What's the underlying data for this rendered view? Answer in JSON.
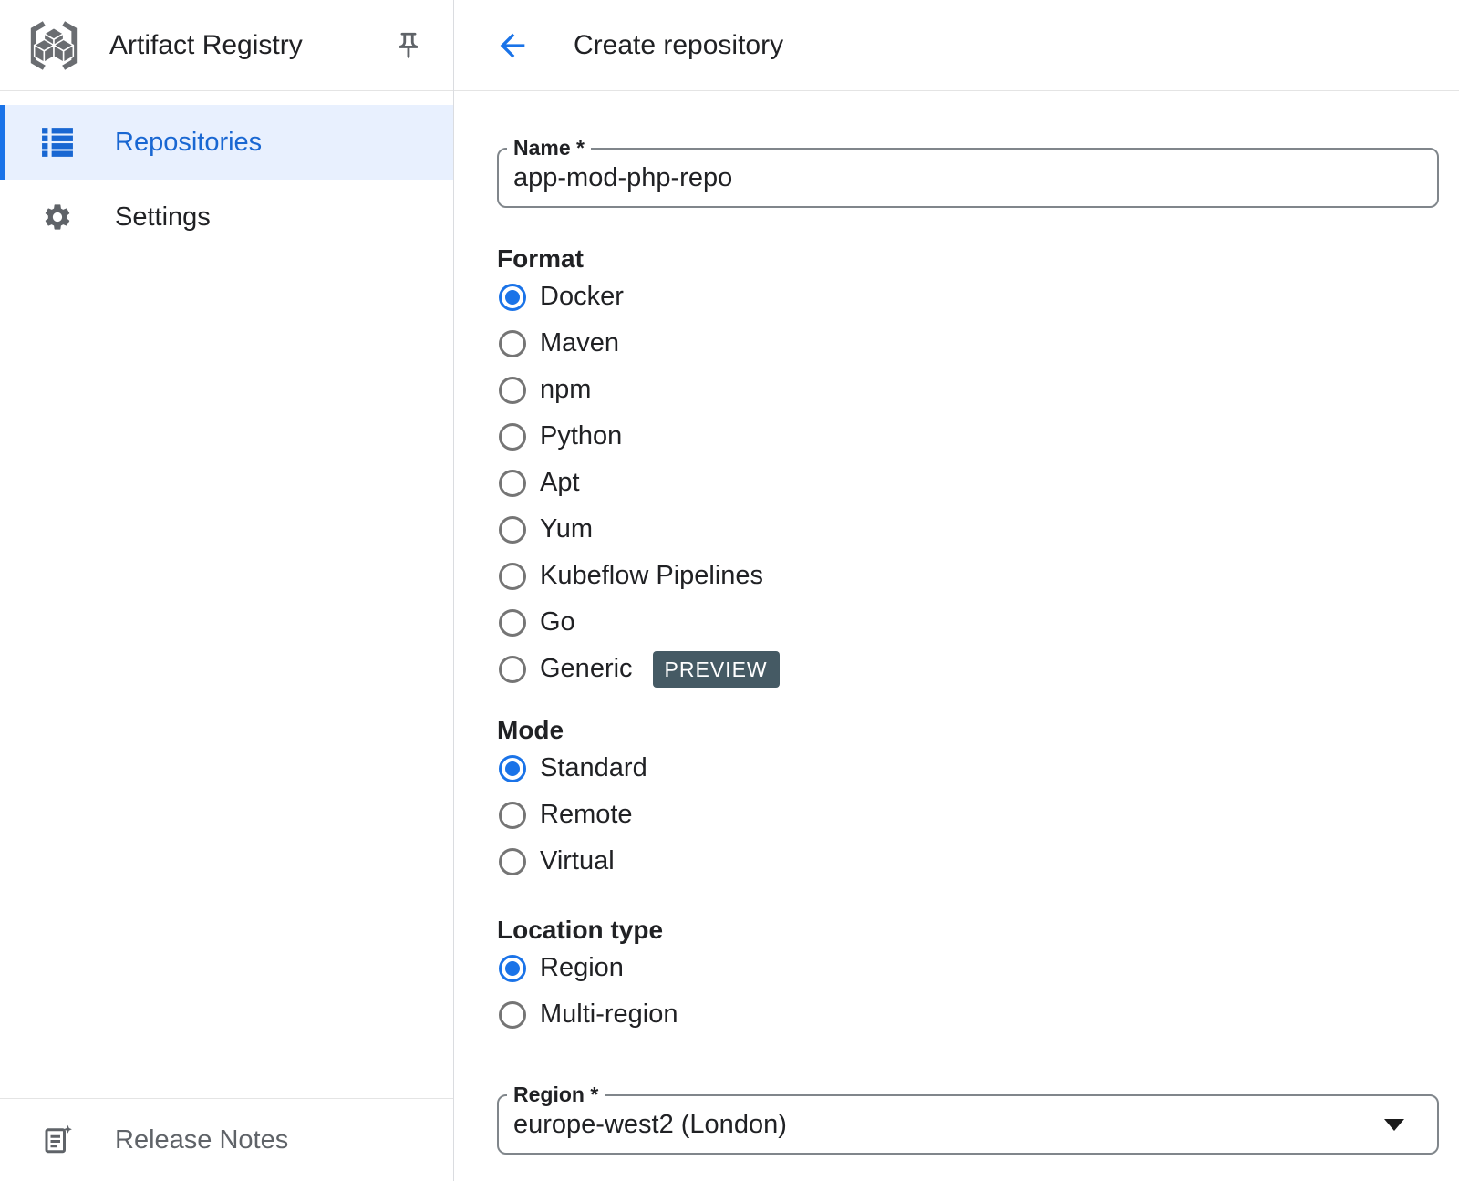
{
  "sidebar": {
    "title": "Artifact Registry",
    "items": [
      {
        "label": "Repositories",
        "selected": true
      },
      {
        "label": "Settings",
        "selected": false
      }
    ],
    "footer": {
      "release_notes_label": "Release Notes"
    }
  },
  "header": {
    "title": "Create repository"
  },
  "form": {
    "name_field": {
      "label": "Name *",
      "value": "app-mod-php-repo"
    },
    "format": {
      "heading": "Format",
      "options": [
        {
          "label": "Docker",
          "selected": true
        },
        {
          "label": "Maven",
          "selected": false
        },
        {
          "label": "npm",
          "selected": false
        },
        {
          "label": "Python",
          "selected": false
        },
        {
          "label": "Apt",
          "selected": false
        },
        {
          "label": "Yum",
          "selected": false
        },
        {
          "label": "Kubeflow Pipelines",
          "selected": false
        },
        {
          "label": "Go",
          "selected": false
        },
        {
          "label": "Generic",
          "selected": false,
          "badge": "PREVIEW"
        }
      ]
    },
    "mode": {
      "heading": "Mode",
      "options": [
        {
          "label": "Standard",
          "selected": true
        },
        {
          "label": "Remote",
          "selected": false
        },
        {
          "label": "Virtual",
          "selected": false
        }
      ]
    },
    "location_type": {
      "heading": "Location type",
      "options": [
        {
          "label": "Region",
          "selected": true
        },
        {
          "label": "Multi-region",
          "selected": false
        }
      ]
    },
    "region_field": {
      "label": "Region *",
      "value": "europe-west2 (London)"
    }
  },
  "colors": {
    "accent_blue": "#1a73e8",
    "selected_item_bg": "#e8f0fe",
    "selected_item_text": "#1967d2",
    "preview_badge_bg": "#455a64",
    "icon_gray": "#5f6368",
    "divider": "#dadce0"
  }
}
